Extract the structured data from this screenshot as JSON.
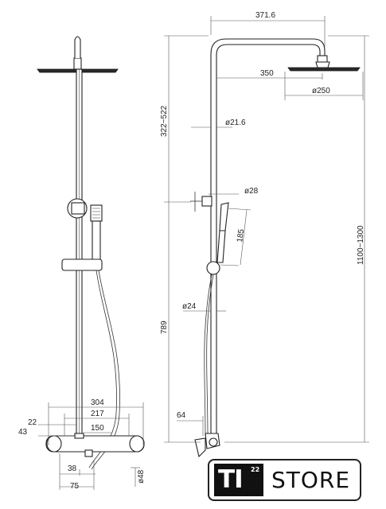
{
  "dims": {
    "d371": "371.6",
    "d350": "350",
    "d250": "ø250",
    "d322": "322~522",
    "d216": "ø21.6",
    "d28": "ø28",
    "d185": "185",
    "d1100": "1100~1300",
    "d24": "ø24",
    "d789": "789",
    "d64": "64",
    "d304": "304",
    "d217": "217",
    "d22": "22",
    "d43": "43",
    "d150": "150",
    "d38": "38",
    "d75": "75",
    "d48": "ø48"
  },
  "logo": {
    "mark": "TI",
    "superscript": "22",
    "word": "STORE"
  }
}
